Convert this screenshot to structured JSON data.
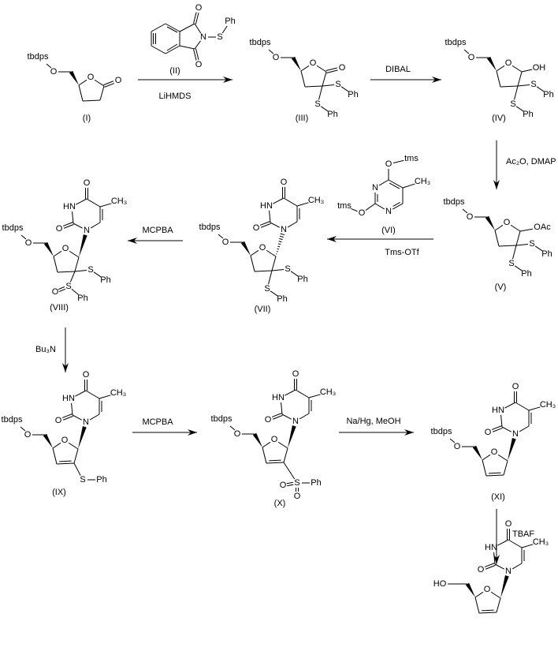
{
  "atoms": {
    "tbdps": "tbdps",
    "O": "O",
    "N": "N",
    "HN": "HN",
    "S": "S",
    "Ph": "Ph",
    "OH": "OH",
    "OAc": "OAc",
    "HO": "HO",
    "tms": "tms",
    "CH3": "CH₃"
  },
  "compounds": {
    "I": "(I)",
    "II": "(II)",
    "III": "(III)",
    "IV": "(IV)",
    "V": "(V)",
    "VI": "(VI)",
    "VII": "(VII)",
    "VIII": "(VIII)",
    "IX": "(IX)",
    "X": "(X)",
    "XI": "(XI)"
  },
  "reagents": {
    "step1": "LiHMDS",
    "step2": "DIBAL",
    "step3": "Ac₂O, DMAP",
    "step4": "Tms-OTf",
    "step5": "MCPBA",
    "step6": "Bu₃N",
    "step7": "MCPBA",
    "step8": "Na/Hg, MeOH",
    "step9": "TBAF"
  }
}
